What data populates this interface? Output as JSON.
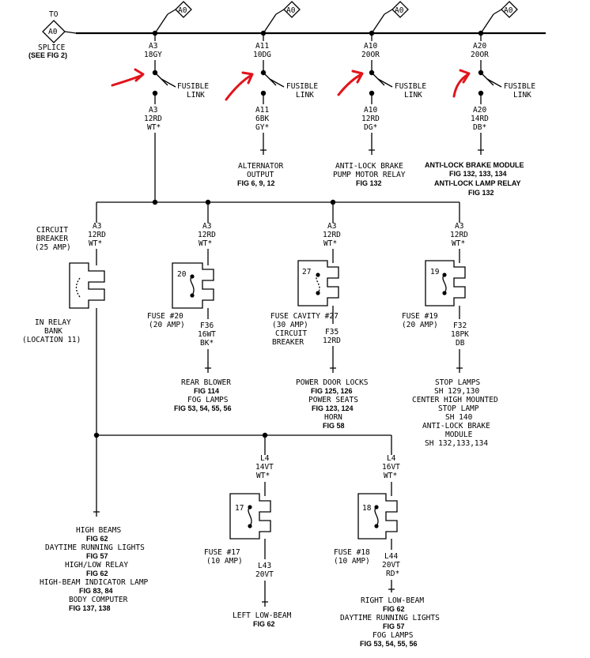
{
  "splice": {
    "to": "TO",
    "code": "A0",
    "label": "SPLICE",
    "ref": "(SEE FIG 2)"
  },
  "columns": [
    {
      "connector": "A0",
      "top_wire": [
        "A3",
        "18GY"
      ],
      "link": [
        "FUSIBLE",
        "LINK"
      ],
      "bottom_wire": [
        "A3",
        "12RD",
        "WT*"
      ],
      "destination": []
    },
    {
      "connector": "A0",
      "top_wire": [
        "A11",
        "10DG"
      ],
      "link": [
        "FUSIBLE",
        "LINK"
      ],
      "bottom_wire": [
        "A11",
        "6BK",
        "GY*"
      ],
      "destination": [
        "ALTERNATOR",
        "OUTPUT",
        "FIG 6, 9, 12"
      ]
    },
    {
      "connector": "A0",
      "top_wire": [
        "A10",
        "20OR"
      ],
      "link": [
        "FUSIBLE",
        "LINK"
      ],
      "bottom_wire": [
        "A10",
        "12RD",
        "DG*"
      ],
      "destination": [
        "ANTI-LOCK BRAKE",
        "PUMP MOTOR RELAY",
        "FIG 132"
      ]
    },
    {
      "connector": "A0",
      "top_wire": [
        "A20",
        "20OR"
      ],
      "link": [
        "FUSIBLE",
        "LINK"
      ],
      "bottom_wire": [
        "A20",
        "14RD",
        "DB*"
      ],
      "destination": [
        "ANTI-LOCK BRAKE MODULE",
        "FIG 132, 133, 134",
        "ANTI-LOCK LAMP RELAY",
        "FIG 132"
      ]
    }
  ],
  "branches": [
    {
      "wire": [
        "A3",
        "12RD",
        "WT*"
      ],
      "label": [
        "CIRCUIT",
        "BREAKER",
        "(25 AMP)"
      ],
      "location": [
        "IN RELAY",
        "BANK",
        "(LOCATION 11)"
      ]
    },
    {
      "wire": [
        "A3",
        "12RD",
        "WT*"
      ],
      "number": "20",
      "fuse": [
        "FUSE #20",
        "(20 AMP)"
      ],
      "out_wire": [
        "F36",
        "16WT",
        "BK*"
      ],
      "destination": [
        "REAR BLOWER",
        "FIG 114",
        "FOG LAMPS",
        "FIG 53, 54, 55, 56"
      ]
    },
    {
      "wire": [
        "A3",
        "12RD",
        "WT*"
      ],
      "number": "27",
      "fuse": [
        "FUSE CAVITY #27",
        "(30 AMP)",
        "CIRCUIT",
        "BREAKER"
      ],
      "out_wire": [
        "F35",
        "12RD"
      ],
      "destination": [
        "POWER DOOR LOCKS",
        "FIG 125, 126",
        "POWER SEATS",
        "FIG 123, 124",
        "HORN",
        "FIG 58"
      ]
    },
    {
      "wire": [
        "A3",
        "12RD",
        "WT*"
      ],
      "number": "19",
      "fuse": [
        "FUSE #19",
        "(20 AMP)"
      ],
      "out_wire": [
        "F32",
        "18PK",
        "DB"
      ],
      "destination": [
        "STOP LAMPS",
        "SH 129,130",
        "CENTER HIGH MOUNTED",
        "STOP LAMP",
        "SH 140",
        "ANTI-LOCK BRAKE",
        "MODULE",
        "SH 132,133,134"
      ]
    }
  ],
  "lower": {
    "high_beams": [
      "HIGH BEAMS",
      "FIG 62",
      "DAYTIME RUNNING LIGHTS",
      "FIG 57",
      "HIGH/LOW RELAY",
      "FIG 62",
      "HIGH-BEAM INDICATOR LAMP",
      "FIG 83, 84",
      "BODY COMPUTER",
      "FIG 137, 138"
    ],
    "left": {
      "wire": [
        "L4",
        "14VT",
        "WT*"
      ],
      "number": "17",
      "fuse": [
        "FUSE #17",
        "(10 AMP)"
      ],
      "out_wire": [
        "L43",
        "20VT"
      ],
      "destination": [
        "LEFT LOW-BEAM",
        "FIG 62"
      ]
    },
    "right": {
      "wire": [
        "L4",
        "16VT",
        "WT*"
      ],
      "number": "18",
      "fuse": [
        "FUSE #18",
        "(10 AMP)"
      ],
      "out_wire": [
        "L44",
        "20VT",
        "RD*"
      ],
      "destination": [
        "RIGHT LOW-BEAM",
        "FIG 62",
        "DAYTIME RUNNING LIGHTS",
        "FIG 57",
        "FOG LAMPS",
        "FIG 53, 54, 55, 56"
      ]
    }
  },
  "annotation_color": "#e1141b"
}
